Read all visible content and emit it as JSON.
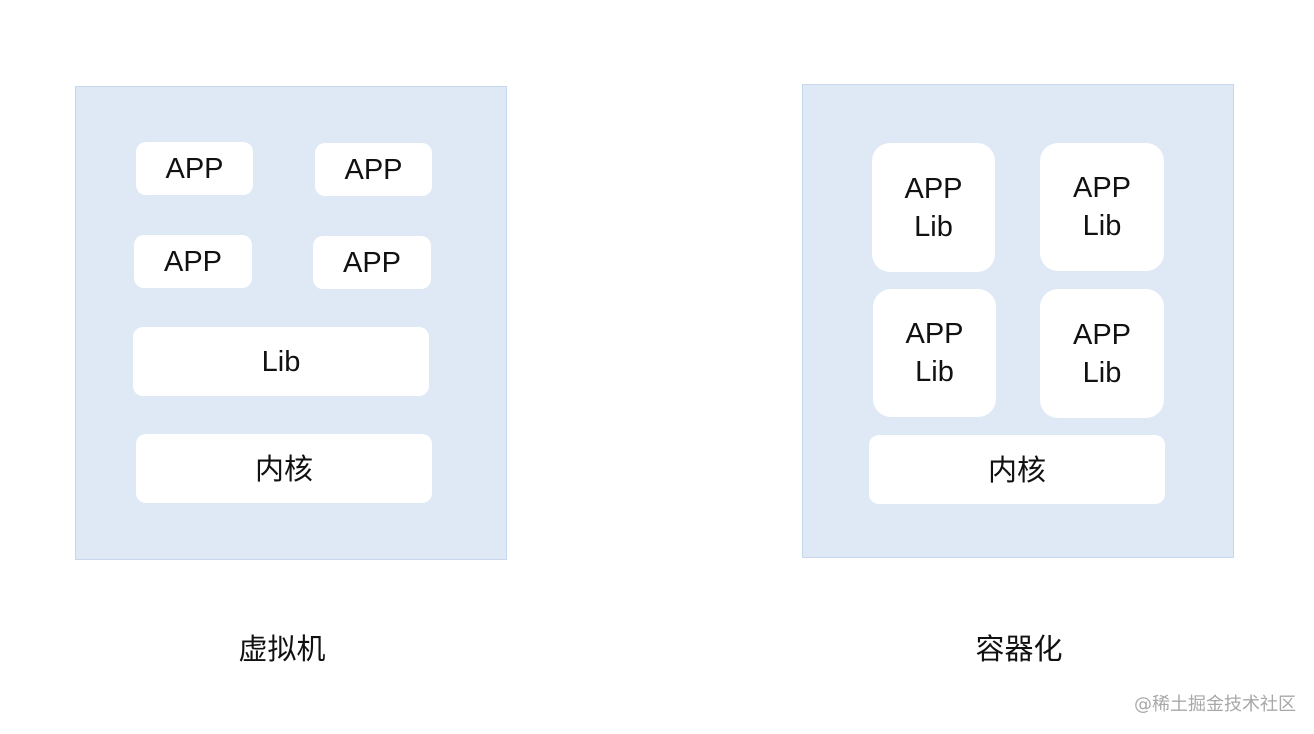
{
  "vm": {
    "apps": [
      "APP",
      "APP",
      "APP",
      "APP"
    ],
    "lib": "Lib",
    "kernel": "内核",
    "caption": "虚拟机"
  },
  "container": {
    "apps": [
      {
        "app": "APP",
        "lib": "Lib"
      },
      {
        "app": "APP",
        "lib": "Lib"
      },
      {
        "app": "APP",
        "lib": "Lib"
      },
      {
        "app": "APP",
        "lib": "Lib"
      }
    ],
    "kernel": "内核",
    "caption": "容器化"
  },
  "watermark": "@稀土掘金技术社区",
  "colors": {
    "panel": "#dfe9f5",
    "panel_border": "#c8d8ec",
    "box": "#ffffff"
  }
}
